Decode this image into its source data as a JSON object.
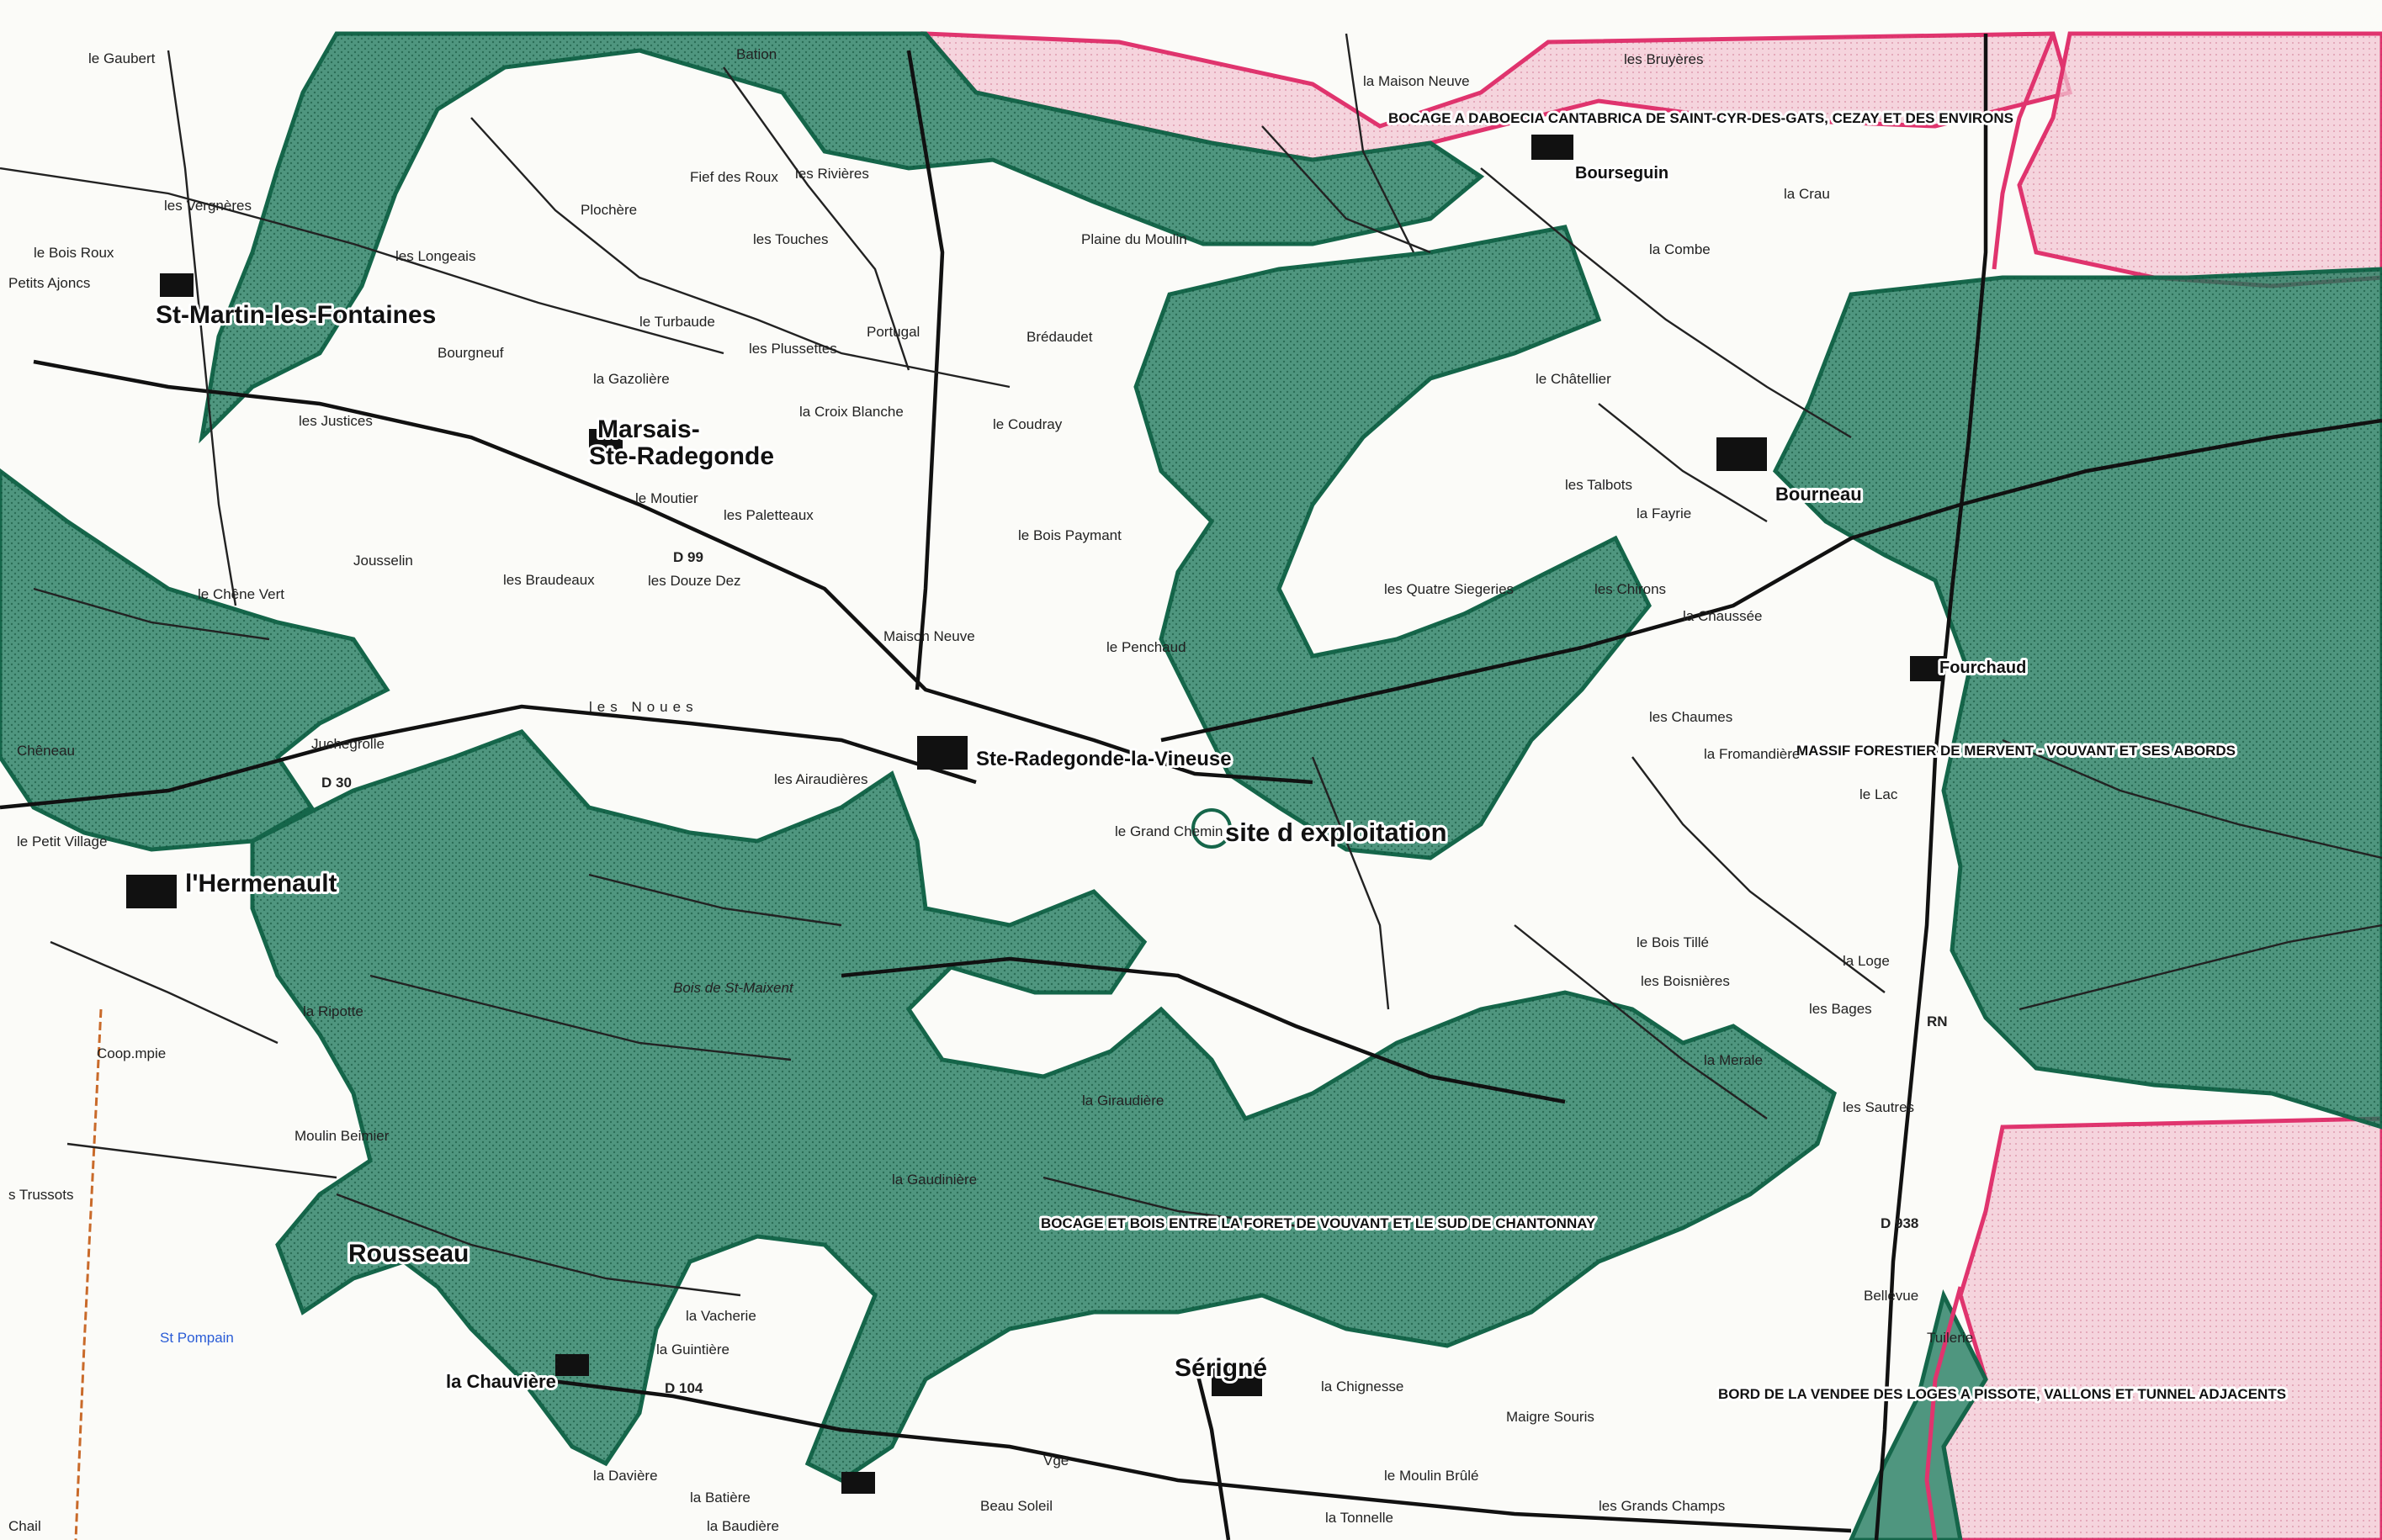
{
  "colors": {
    "znieff_green": "#1f7a5c",
    "pink_zone": "#f3c7d4",
    "pink_border": "#e0346e"
  },
  "zones": {
    "bocage_daboecia": "BOCAGE A DABOECIA CANTABRICA DE SAINT-CYR-DES-GATS, CEZAY ET DES ENVIRONS",
    "massif_mervent": "MASSIF FORESTIER DE MERVENT - VOUVANT ET SES ABORDS",
    "bocage_bois": "BOCAGE ET BOIS ENTRE LA FORET DE VOUVANT ET LE SUD DE CHANTONNAY",
    "bord_vendee": "BORD DE LA VENDEE DES LOGES A PISSOTE, VALLONS ET TUNNEL ADJACENTS"
  },
  "site": {
    "label": "site d exploitation"
  },
  "towns": {
    "st_martin": "St-Martin-les-Fontaines",
    "marsais": "Marsais-",
    "marsais2": "Ste-Radegonde",
    "ste_radegonde": "Ste-Radegonde-la-Vineuse",
    "hermenault": "l'Hermenault",
    "rousseau": "Rousseau",
    "serigne": "Sérigné",
    "bourneau": "Bourneau",
    "bourseguin": "Bourseguin",
    "fourchaud": "Fourchaud",
    "la_chauviere": "la Chauvière"
  },
  "places": {
    "le_gaubert": "le Gaubert",
    "bation": "Bation",
    "fief_des_roux": "Fief des Roux",
    "les_rivieres": "les Rivières",
    "les_touches": "les Touches",
    "plaine_du_moulin": "Plaine du Moulin",
    "les_longeais": "les Longeais",
    "plochere": "Plochère",
    "les_vergneres": "les Vergnères",
    "le_bois_roux": "le Bois Roux",
    "petits_ajoncs": "Petits Ajoncs",
    "bourgneuf": "Bourgneuf",
    "la_gazoliere": "la Gazolière",
    "les_justices": "les Justices",
    "le_turbaude": "le Turbaude",
    "les_plussettes": "les Plussettes",
    "portugal": "Portugal",
    "bredaudet": "Brédaudet",
    "la_croix_blanche": "la Croix Blanche",
    "le_coudray": "le Coudray",
    "le_chatellier": "le Châtellier",
    "le_moutier": "le Moutier",
    "les_paletteaux": "les Paletteaux",
    "le_bois_paymant": "le Bois Paymant",
    "les_talbots": "les Talbots",
    "la_fayrie": "la Fayrie",
    "les_chirons": "les Chirons",
    "les_quatre_siegeries": "les Quatre Siegeries",
    "jousselin": "Jousselin",
    "les_braudeaux": "les Braudeaux",
    "les_douze_dez": "les Douze Dez",
    "le_chene_vert": "le Chêne Vert",
    "maison_neuve": "Maison Neuve",
    "le_penchaud": "le Penchaud",
    "les_noues": "les Noues",
    "juchegrolle": "Juchegrolle",
    "le_grand_chemin": "le Grand Chemin",
    "les_airaudieres": "les Airaudières",
    "la_fromandiere": "la Fromandière",
    "le_lac": "le Lac",
    "la_chaussee": "la Chaussée",
    "le_bois_tille": "le Bois Tillé",
    "les_boisnieres": "les Boisnières",
    "la_loge": "la Loge",
    "les_bages": "les Bages",
    "la_merale": "la Merale",
    "la_ripotte": "la Ripotte",
    "coop_mpie": "Coop.mpie",
    "moulin_beimier": "Moulin Beimier",
    "la_giraudiere": "la Giraudière",
    "la_vacherie": "la Vacherie",
    "la_guintiere": "la Guintière",
    "la_chignesse": "la Chignesse",
    "la_daviere": "la Davière",
    "la_batiere": "la Batière",
    "la_tonnelle": "la Tonnelle",
    "le_moulin_brule": "le Moulin Brûlé",
    "les_grands_champs": "les Grands Champs",
    "beau_soleil": "Beau Soleil",
    "les_trussots": "s Trussots",
    "bellevue": "Bellevue",
    "tuilerie": "Tuilerie",
    "les_gaudinieres": "la Gaudinière",
    "la_combe": "la Combe",
    "la_crau": "la Crau",
    "les_bruyeres": "les Bruyères",
    "la_maison_neuve": "la Maison Neuve",
    "bois_de_st_maixent": "Bois de St-Maixent",
    "les_sautres": "les Sautres",
    "les_chaumes": "les Chaumes",
    "cheneau": "Chêneau",
    "le_petit_village": "le Petit Village",
    "chail": "Chail",
    "st_pompain": "St Pompain",
    "maigre_souris": "Maigre Souris",
    "vge": "Vge",
    "baudiere": "la Baudière"
  },
  "roads": {
    "d30": "D 30",
    "d99": "D 99",
    "d104": "D 104",
    "rn": "RN",
    "d938": "D 938"
  }
}
